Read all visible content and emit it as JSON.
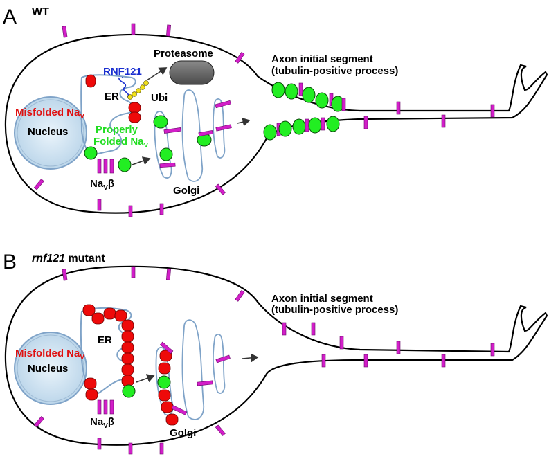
{
  "panel_a": {
    "letter": "A",
    "title": "WT",
    "proteasome": "Proteasome",
    "rnf121": "RNF121",
    "er": "ER",
    "ubi": "Ubi",
    "misfolded_base": "Misfolded Na",
    "misfolded_sub": "V",
    "nucleus": "Nucleus",
    "properly": "Properly",
    "folded_base": "Folded Na",
    "folded_sub": "V",
    "navbeta_base": "Na",
    "navbeta_sub": "V",
    "navbeta_beta": "β",
    "golgi": "Golgi",
    "ais_line1": "Axon initial segment",
    "ais_line2": "(tubulin-positive process)"
  },
  "panel_b": {
    "letter": "B",
    "title_italic": "rnf121",
    "title_rest": " mutant",
    "er": "ER",
    "misfolded_base": "Misfolded Na",
    "misfolded_sub": "V",
    "nucleus": "Nucleus",
    "navbeta_base": "Na",
    "navbeta_sub": "V",
    "navbeta_beta": "β",
    "golgi": "Golgi",
    "ais_line1": "Axon initial segment",
    "ais_line2": "(tubulin-positive process)"
  },
  "colors": {
    "sodium_channel": "#d21ec8",
    "properly_folded": "#22ee22",
    "misfolded": "#ee0a0a",
    "ubiquitin": "#f2e11a",
    "proteasome": "#666666",
    "nucleus": "#cde3f0",
    "membrane": "#7fa3c8"
  },
  "icons": [
    "proteasome-icon",
    "ubiquitin-chain-icon",
    "nucleus-icon",
    "golgi-icon",
    "er-icon"
  ]
}
